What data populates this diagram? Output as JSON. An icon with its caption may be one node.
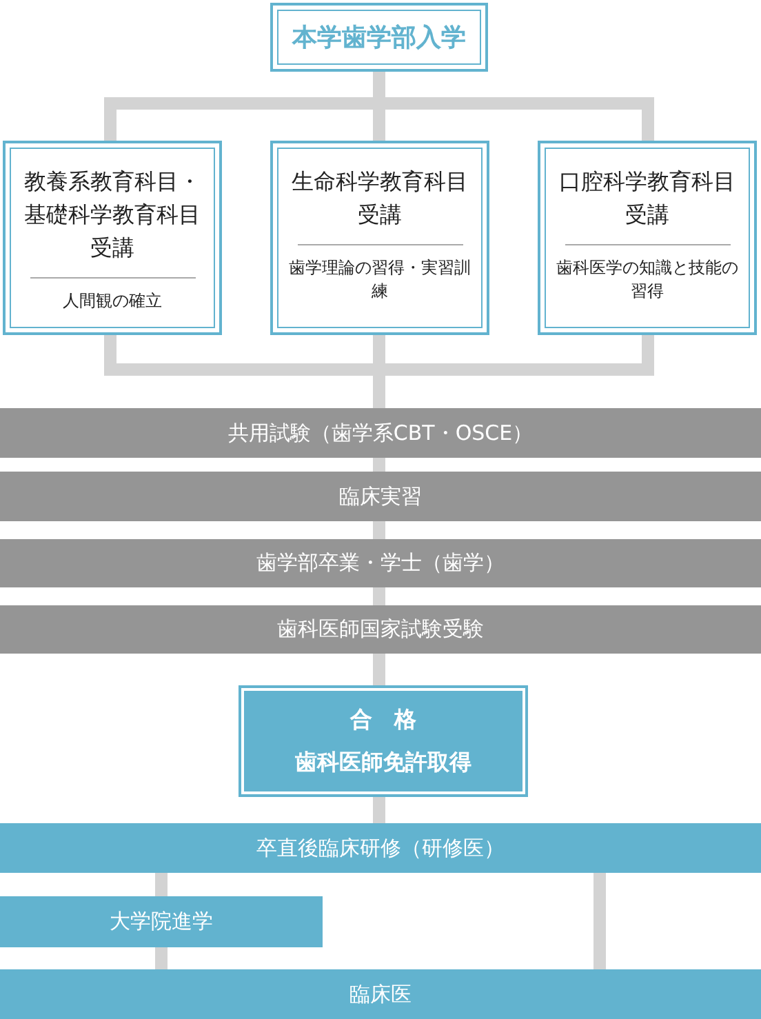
{
  "diagram": {
    "nodes": [
      {
        "text": [
          "本学歯学部入学"
        ]
      },
      {
        "text": [
          "教養系教育科目・基礎科学教育科目受講",
          "人間観の確立"
        ]
      },
      {
        "text": [
          "生命科学教育科目受講",
          "歯学理論の習得・実習訓練"
        ]
      },
      {
        "text": [
          "口腔科学教育科目受講",
          "歯科医学の知識と技能の習得"
        ]
      },
      {
        "text": [
          "共用試験（歯学系CBT・OSCE）"
        ]
      },
      {
        "text": [
          "臨床実習"
        ]
      },
      {
        "text": [
          "歯学部卒業・学士（歯学）"
        ]
      },
      {
        "text": [
          "歯科医師国家試験受験"
        ]
      },
      {
        "text": [
          "合　格",
          "歯科医師免許取得"
        ]
      },
      {
        "text": [
          "卒直後臨床研修（研修医）"
        ]
      },
      {
        "text": [
          "大学院進学"
        ]
      },
      {
        "text": [
          "臨床医"
        ]
      }
    ],
    "edges": [
      {
        "from": 0,
        "to": 1,
        "arrow": "none"
      },
      {
        "from": 0,
        "to": 2,
        "arrow": "none"
      },
      {
        "from": 0,
        "to": 3,
        "arrow": "none"
      },
      {
        "from": 1,
        "to": 4,
        "arrow": "none"
      },
      {
        "from": 2,
        "to": 4,
        "arrow": "none"
      },
      {
        "from": 3,
        "to": 4,
        "arrow": "none"
      },
      {
        "from": 4,
        "to": 5,
        "arrow": "none"
      },
      {
        "from": 5,
        "to": 6,
        "arrow": "none"
      },
      {
        "from": 6,
        "to": 7,
        "arrow": "none"
      },
      {
        "from": 7,
        "to": 8,
        "arrow": "none"
      },
      {
        "from": 8,
        "to": 9,
        "arrow": "none"
      },
      {
        "from": 9,
        "to": 10,
        "arrow": "none"
      },
      {
        "from": 10,
        "to": 11,
        "arrow": "none"
      },
      {
        "from": 9,
        "to": 11,
        "arrow": "none"
      }
    ]
  }
}
